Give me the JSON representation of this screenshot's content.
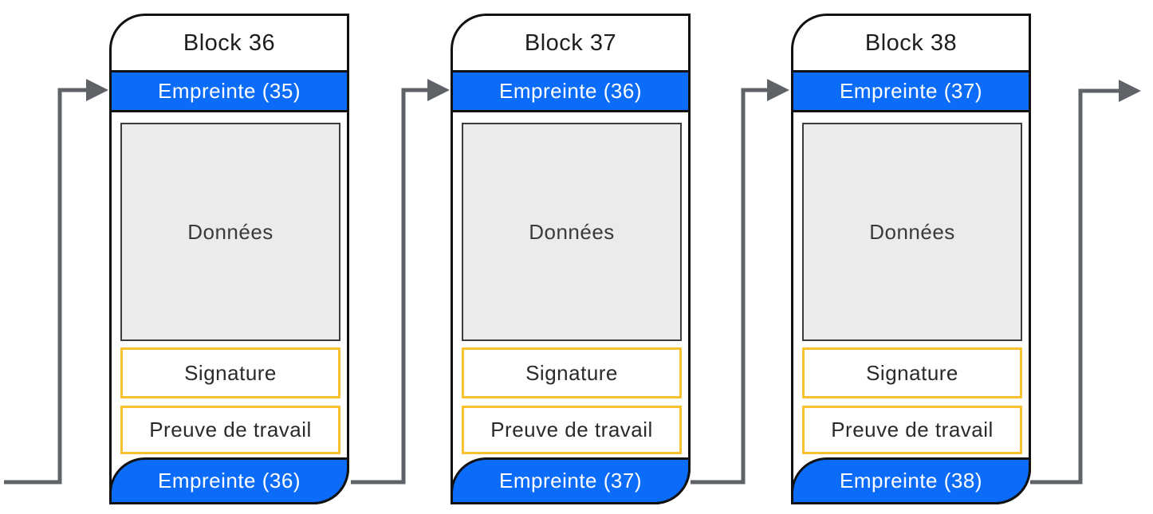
{
  "diagram": {
    "description": "Blockchain diagram: three chained blocks with hash links",
    "blocks": [
      {
        "title": "Block 36",
        "hash_in": "Empreinte (35)",
        "data_label": "Données",
        "signature_label": "Signature",
        "pow_label": "Preuve de travail",
        "hash_out": "Empreinte (36)"
      },
      {
        "title": "Block 37",
        "hash_in": "Empreinte (36)",
        "data_label": "Données",
        "signature_label": "Signature",
        "pow_label": "Preuve de travail",
        "hash_out": "Empreinte (37)"
      },
      {
        "title": "Block 38",
        "hash_in": "Empreinte (37)",
        "data_label": "Données",
        "signature_label": "Signature",
        "pow_label": "Preuve de travail",
        "hash_out": "Empreinte (38)"
      }
    ],
    "colors": {
      "hash_bar_blue": "#0b6cfa",
      "box_border_yellow": "#fbc02d",
      "data_fill_gray": "#ebebeb",
      "arrow_gray": "#5f6368",
      "outline_black": "#111111"
    }
  }
}
